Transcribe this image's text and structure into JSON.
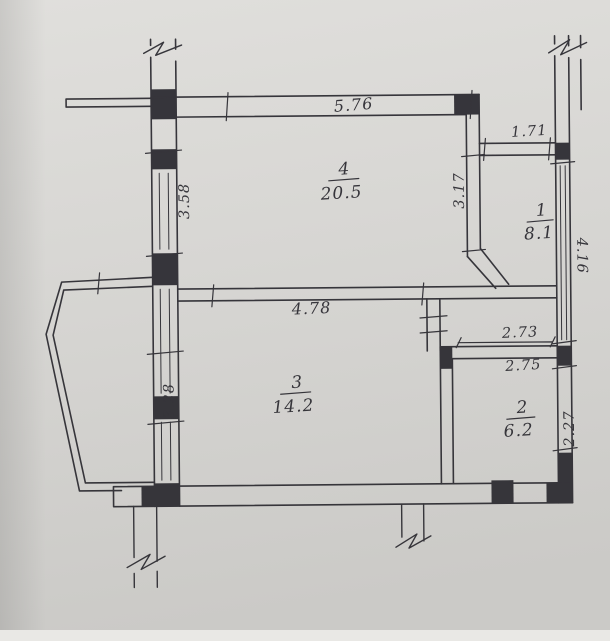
{
  "title": "hand-drawn apartment floor plan",
  "colors": {
    "ink": "#2e2d33",
    "paper_top": "#e0dfdc",
    "paper_mid": "#d7d6d3",
    "paper_bottom": "#cbcac7",
    "paper_edge_strip": "#e9e8e5"
  },
  "rooms": {
    "room4": {
      "number": "4",
      "area": "20.5"
    },
    "room1": {
      "number": "1",
      "area": "8.1"
    },
    "room3": {
      "number": "3",
      "area": "14.2"
    },
    "room2": {
      "number": "2",
      "area": "6.2"
    }
  },
  "dimensions": {
    "top_width": "5.76",
    "top_right_width": "1.71",
    "room4_right_height": "3.17",
    "left_upper_height": "3.58",
    "middle_width": "4.78",
    "left_lower_height": "3.28",
    "hall_upper_width": "2.73",
    "hall_lower_width": "2.75",
    "right_middle_height": "4.16",
    "right_lower_height": "2.27"
  }
}
